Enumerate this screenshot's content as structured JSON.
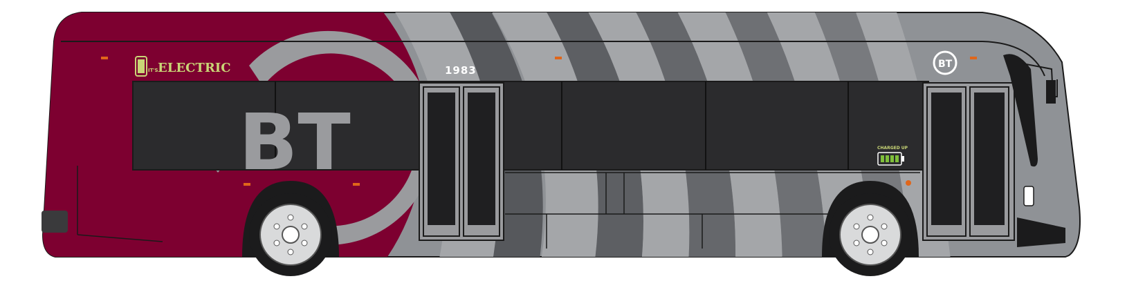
{
  "bus": {
    "fleet_number": "1983",
    "logo_text": "BT",
    "small_logo_text": "BT",
    "electric_prefix": "IT'S",
    "electric_label": "ELECTRIC",
    "charged_label": "CHARGED UP"
  },
  "colors": {
    "maroon": "#7d0030",
    "gray_body": "#8f9296",
    "stripe_dark": "#56585c",
    "stripe_mid": "#6e7074",
    "stripe_light": "#a4a6a9",
    "window_dark": "#2b2b2d",
    "door_glass": "#1f1f21",
    "logo_gray": "#9a9b9e",
    "electric_green": "#c9d676",
    "battery_green": "#7fbf3a",
    "marker_orange": "#e0661a",
    "tire": "#1b1b1c",
    "wheel_rim": "#d9dadb",
    "outline": "#1a1a1a"
  }
}
